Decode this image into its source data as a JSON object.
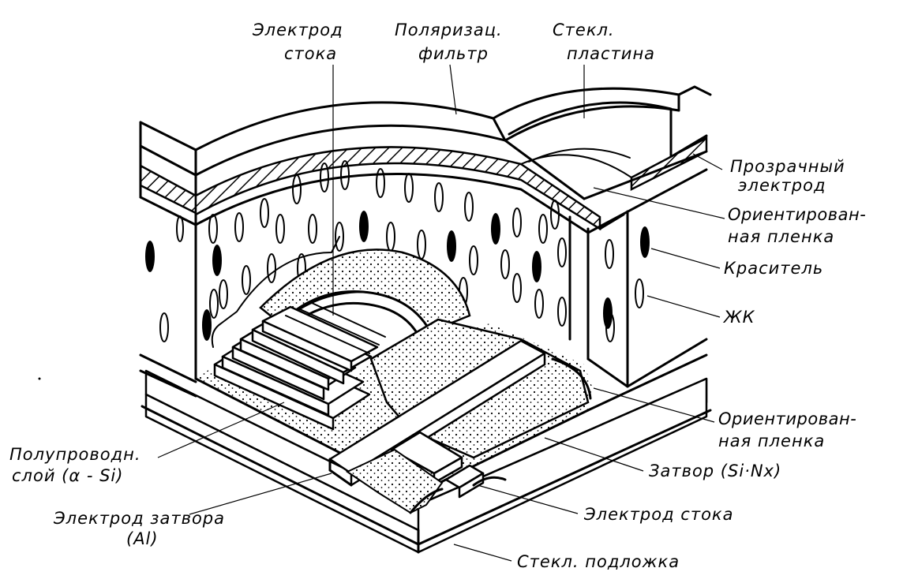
{
  "labels": {
    "drain_electrode_top_line1": "Электрод",
    "drain_electrode_top_line2": "стока",
    "polarizer_line1": "Поляризац.",
    "polarizer_line2": "фильтр",
    "glass_plate_line1": "Стекл.",
    "glass_plate_line2": "пластина",
    "transparent_electrode_line1": "Прозрачный",
    "transparent_electrode_line2": "электрод",
    "oriented_film_top_line1": "Ориентирован-",
    "oriented_film_top_line2": "ная пленка",
    "dye": "Краситель",
    "liquid_crystal": "ЖК",
    "oriented_film_bottom_line1": "Ориентирован-",
    "oriented_film_bottom_line2": "ная пленка",
    "gate_insulator": "Затвор (Si·Nx)",
    "drain_electrode_bottom": "Электрод стока",
    "glass_substrate": "Стекл. подложка",
    "semiconductor_layer_line1": "Полупроводн.",
    "semiconductor_layer_line2": "слой (α - Si)",
    "gate_electrode_line1": "Электрод затвора",
    "gate_electrode_line2": "(Al)"
  }
}
